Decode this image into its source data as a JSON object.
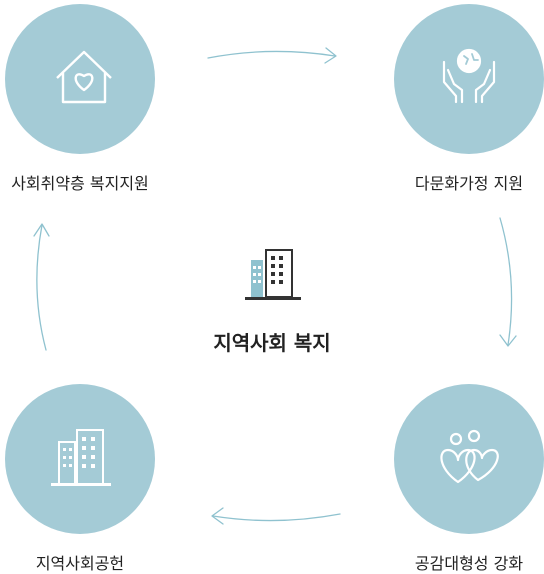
{
  "center": {
    "title": "지역사회 복지",
    "icon": "building-icon"
  },
  "nodes": [
    {
      "id": "top-left",
      "label": "사회취약층 복지지원",
      "icon": "house-heart-icon"
    },
    {
      "id": "top-right",
      "label": "다문화가정 지원",
      "icon": "globe-hands-icon"
    },
    {
      "id": "bottom-right",
      "label": "공감대형성 강화",
      "icon": "hearts-people-icon"
    },
    {
      "id": "bottom-left",
      "label": "지역사회공헌",
      "icon": "building-icon"
    }
  ],
  "colors": {
    "circle": "#a4cbd6",
    "accent": "#7fb7c8",
    "text": "#222222",
    "icon_dark": "#333333"
  }
}
